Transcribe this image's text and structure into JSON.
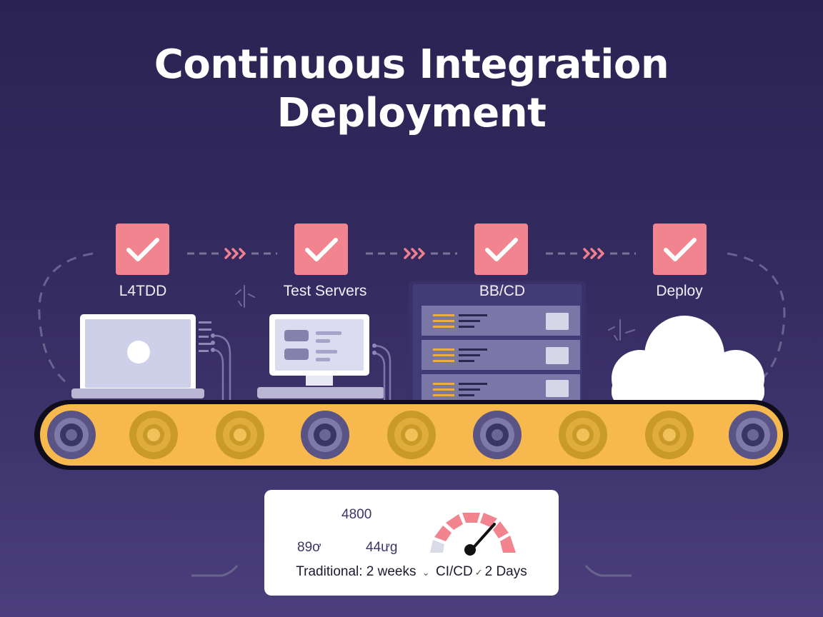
{
  "title": {
    "line1": "Continuous Integration",
    "line2": "Deployment"
  },
  "pipeline": {
    "steps": [
      {
        "label": "L4TDD",
        "status": "done"
      },
      {
        "label": "Test Servers",
        "status": "done"
      },
      {
        "label": "BB/CD",
        "status": "done"
      },
      {
        "label": "Deploy",
        "status": "done"
      }
    ],
    "colors": {
      "check_tile": "#f2848f",
      "arrow": "#ef7f8c",
      "belt": "#f7b84d",
      "roller_gold": "#c99a2a",
      "roller_purple": "#5a5385"
    }
  },
  "comparison": {
    "stat_top": "4800",
    "stat_left": "89ơ",
    "stat_mid": "44ưg",
    "traditional": "Traditional: 2 weeks",
    "separator_1": "⌄",
    "cicd_label": "CI/CD",
    "check_mark": "✓",
    "cicd_value": "2 Days"
  }
}
